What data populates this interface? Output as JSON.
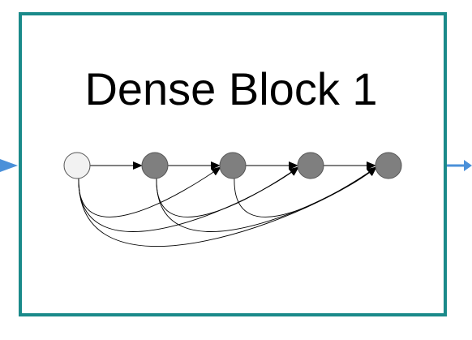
{
  "block": {
    "title": "Dense Block 1"
  },
  "colors": {
    "border": "#1a8a8a",
    "input_arrow": "#4a90d9",
    "input_node_fill": "#f2f2f2",
    "layer_node_fill": "#7f7f7f",
    "node_stroke": "#555555",
    "edge": "#000000"
  },
  "nodes": [
    {
      "id": "x0",
      "kind": "input"
    },
    {
      "id": "x1",
      "kind": "layer"
    },
    {
      "id": "x2",
      "kind": "layer"
    },
    {
      "id": "x3",
      "kind": "layer"
    },
    {
      "id": "x4",
      "kind": "layer"
    }
  ],
  "sequential_edges": [
    [
      "x0",
      "x1"
    ],
    [
      "x1",
      "x2"
    ],
    [
      "x2",
      "x3"
    ],
    [
      "x3",
      "x4"
    ]
  ],
  "skip_edges": [
    [
      "x0",
      "x2"
    ],
    [
      "x0",
      "x3"
    ],
    [
      "x0",
      "x4"
    ],
    [
      "x1",
      "x3"
    ],
    [
      "x1",
      "x4"
    ],
    [
      "x2",
      "x4"
    ]
  ]
}
